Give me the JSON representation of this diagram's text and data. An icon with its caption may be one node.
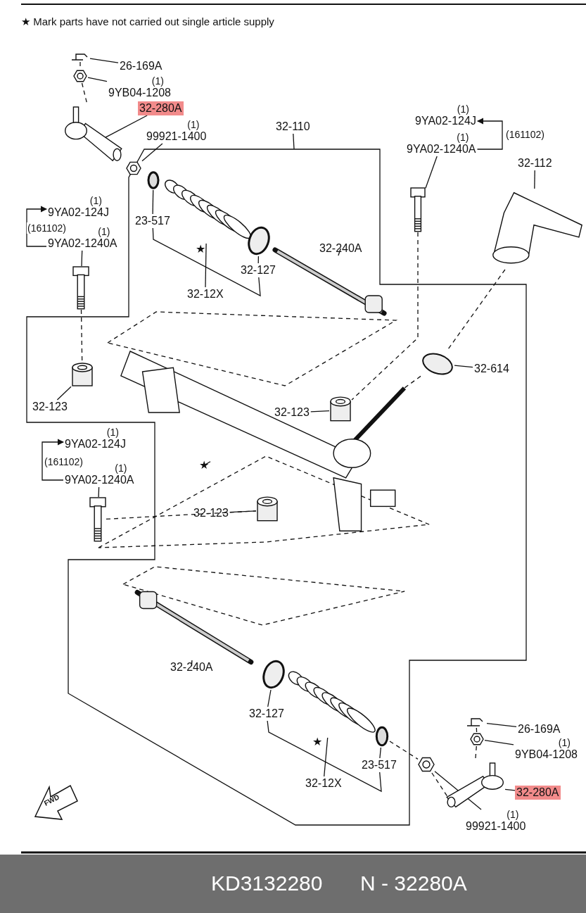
{
  "diagram": {
    "nodes": [
      {
        "text": [
          "26-169A"
        ]
      },
      {
        "text": [],
        "shape": "picture"
      },
      {
        "text": [
          "9YB04-1208"
        ],
        "beside": [
          "(1)"
        ]
      },
      {
        "text": [],
        "shape": "picture"
      },
      {
        "text": [
          "32-280A"
        ]
      },
      {
        "text": [],
        "shape": "picture"
      },
      {
        "text": [
          "99921-1400"
        ],
        "beside": [
          "(1)"
        ]
      },
      {
        "text": [],
        "shape": "picture"
      },
      {
        "text": [
          "32-110"
        ]
      },
      {
        "text": [
          "9YA02-124J"
        ],
        "beside": [
          "(1)"
        ]
      },
      {
        "text": [
          "9YA02-1240A"
        ],
        "beside": [
          "(1)"
        ]
      },
      {
        "text": [],
        "shape": "picture"
      },
      {
        "text": [
          "32-112"
        ]
      },
      {
        "text": [],
        "shape": "picture"
      },
      {
        "text": [
          "23-517"
        ]
      },
      {
        "text": [],
        "shape": "circle"
      },
      {
        "text": [],
        "shape": "picture"
      },
      {
        "text": [],
        "shape": "circle"
      },
      {
        "text": [
          "32-12X"
        ]
      },
      {
        "text": [
          "32-127"
        ]
      },
      {
        "text": [
          "32-240A"
        ]
      },
      {
        "text": [],
        "shape": "bar"
      },
      {
        "text": [
          "32-614"
        ]
      },
      {
        "text": [],
        "shape": "circle"
      },
      {
        "text": [
          "9YA02-124J"
        ],
        "beside": [
          "(1)"
        ]
      },
      {
        "text": [
          "9YA02-1240A"
        ],
        "beside": [
          "(1)"
        ]
      },
      {
        "text": [],
        "shape": "picture"
      },
      {
        "text": [],
        "shape": "cylinder"
      },
      {
        "text": [
          "32-123"
        ]
      },
      {
        "text": [],
        "shape": "picture"
      },
      {
        "text": [
          "★"
        ]
      },
      {
        "text": [
          "32-123"
        ]
      },
      {
        "text": [],
        "shape": "cylinder"
      },
      {
        "text": [
          "9YA02-124J"
        ],
        "beside": [
          "(1)"
        ]
      },
      {
        "text": [
          "9YA02-1240A"
        ],
        "beside": [
          "(1)"
        ]
      },
      {
        "text": [],
        "shape": "picture"
      },
      {
        "text": [
          "32-123"
        ]
      },
      {
        "text": [],
        "shape": "cylinder"
      },
      {
        "text": [],
        "shape": "bar"
      },
      {
        "text": [
          "32-240A"
        ]
      },
      {
        "text": [],
        "shape": "circle"
      },
      {
        "text": [
          "32-127"
        ]
      },
      {
        "text": [],
        "shape": "picture"
      },
      {
        "text": [],
        "shape": "circle"
      },
      {
        "text": [
          "32-12X"
        ]
      },
      {
        "text": [
          "23-517"
        ]
      },
      {
        "text": [],
        "shape": "picture"
      },
      {
        "text": [
          "26-169A"
        ]
      },
      {
        "text": [],
        "shape": "picture"
      },
      {
        "text": [
          "9YB04-1208"
        ],
        "beside": [
          "(1)"
        ]
      },
      {
        "text": [],
        "shape": "picture"
      },
      {
        "text": [],
        "shape": "picture"
      },
      {
        "text": [
          "32-280A"
        ]
      },
      {
        "text": [
          "99921-1400"
        ],
        "beside": [
          "(1)"
        ]
      }
    ],
    "edges": [
      {
        "from": 0,
        "to": 1,
        "arrow": "none"
      },
      {
        "from": 2,
        "to": 3,
        "arrow": "none"
      },
      {
        "from": 4,
        "to": 5,
        "arrow": "none"
      },
      {
        "from": 6,
        "to": 7,
        "arrow": "none"
      },
      {
        "from": 8,
        "to": null,
        "arrow": "none"
      },
      {
        "from": 10,
        "to": 11,
        "arrow": "none"
      },
      {
        "from": 12,
        "to": 13,
        "arrow": "none"
      },
      {
        "from": 14,
        "to": 15,
        "arrow": "none"
      },
      {
        "from": 18,
        "to": 16,
        "arrow": "none"
      },
      {
        "from": 19,
        "to": 17,
        "arrow": "none"
      },
      {
        "from": 20,
        "to": 21,
        "arrow": "none"
      },
      {
        "from": 22,
        "to": 23,
        "arrow": "none"
      },
      {
        "from": 25,
        "to": 26,
        "arrow": "none"
      },
      {
        "from": 28,
        "to": 27,
        "arrow": "none"
      },
      {
        "from": 30,
        "to": 29,
        "arrow": "none"
      },
      {
        "from": 31,
        "to": 32,
        "arrow": "none"
      },
      {
        "from": 34,
        "to": 35,
        "arrow": "none"
      },
      {
        "from": 36,
        "to": 37,
        "arrow": "none"
      },
      {
        "from": 39,
        "to": 38,
        "arrow": "none"
      },
      {
        "from": 41,
        "to": 40,
        "arrow": "none"
      },
      {
        "from": 44,
        "to": 42,
        "arrow": "none"
      },
      {
        "from": 45,
        "to": 43,
        "arrow": "none"
      },
      {
        "from": 47,
        "to": 46,
        "arrow": "none"
      },
      {
        "from": 49,
        "to": 48,
        "arrow": "none"
      },
      {
        "from": 52,
        "to": 51,
        "arrow": "none"
      },
      {
        "from": 53,
        "to": 50,
        "arrow": "none"
      },
      {
        "from": 1,
        "to": 3,
        "arrow": "none",
        "style": "dashed"
      },
      {
        "from": 3,
        "to": 5,
        "arrow": "none",
        "style": "dashed"
      },
      {
        "from": 11,
        "to": 32,
        "arrow": "none",
        "style": "dashed"
      },
      {
        "from": 13,
        "to": 23,
        "arrow": "none",
        "style": "dashed"
      },
      {
        "from": 23,
        "to": 29,
        "arrow": "none",
        "style": "dashed"
      },
      {
        "from": 26,
        "to": 27,
        "arrow": "none",
        "style": "dashed"
      },
      {
        "from": 35,
        "to": 37,
        "arrow": "none",
        "style": "dashed"
      },
      {
        "from": 43,
        "to": 50,
        "arrow": "none",
        "style": "dashed"
      },
      {
        "from": 50,
        "to": 51,
        "arrow": "none",
        "style": "dashed"
      },
      {
        "from": 46,
        "to": 48,
        "arrow": "none",
        "style": "dashed"
      },
      {
        "from": 48,
        "to": 51,
        "arrow": "none",
        "style": "dashed"
      },
      {
        "from": 10,
        "to": 9,
        "arrow": "to",
        "label": "(161102)"
      },
      {
        "from": 25,
        "to": 24,
        "arrow": "to",
        "label": "(161102)"
      },
      {
        "from": 34,
        "to": 33,
        "arrow": "to",
        "label": "(161102)"
      },
      {
        "from": 14,
        "to": 19,
        "arrow": "none"
      },
      {
        "from": 41,
        "to": 45,
        "arrow": "none"
      }
    ],
    "labels": [
      "★ Mark parts have not carried out single article supply",
      "★",
      "★",
      "FWD",
      "KD3132280",
      "N - 32280A"
    ]
  }
}
